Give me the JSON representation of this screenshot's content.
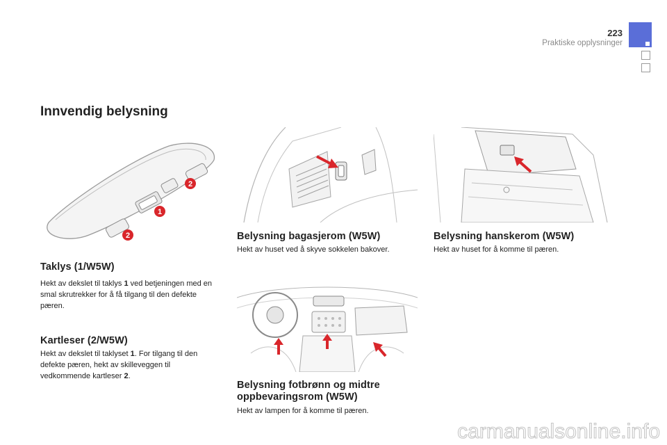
{
  "header": {
    "page_number": "223",
    "chapter": "Praktiske opplysninger"
  },
  "title": "Innvendig belysning",
  "sections": {
    "taklys": {
      "heading": "Taklys (1/W5W)",
      "text_a": "Hekt av dekslet til taklys ",
      "num": "1",
      "text_b": " ved betjeningen med en smal skrutrekker for å få tilgang til den defekte pæren."
    },
    "kartleser": {
      "heading": "Kartleser (2/W5W)",
      "text_a": "Hekt av dekslet til taklyset ",
      "num1": "1",
      "text_b": ". For tilgang til den defekte pæren, hekt av skilleveggen til vedkommende kartleser ",
      "num2": "2",
      "text_c": "."
    },
    "bagasjerom": {
      "heading": "Belysning bagasjerom (W5W)",
      "text": "Hekt av huset ved å skyve sokkelen bakover."
    },
    "hanskerom": {
      "heading": "Belysning hanskerom (W5W)",
      "text": "Hekt av huset for å komme til pæren."
    },
    "fotbronn": {
      "heading_line1": "Belysning fotbrønn og midtre",
      "heading_line2": "oppbevaringsrom (W5W)",
      "text": "Hekt av lampen for å komme til pæren."
    }
  },
  "callouts": {
    "one": "1",
    "two": "2"
  },
  "colors": {
    "accent_blue": "#5a6ed8",
    "callout_red": "#d9262b"
  },
  "watermark": "carmanualsonline.info"
}
